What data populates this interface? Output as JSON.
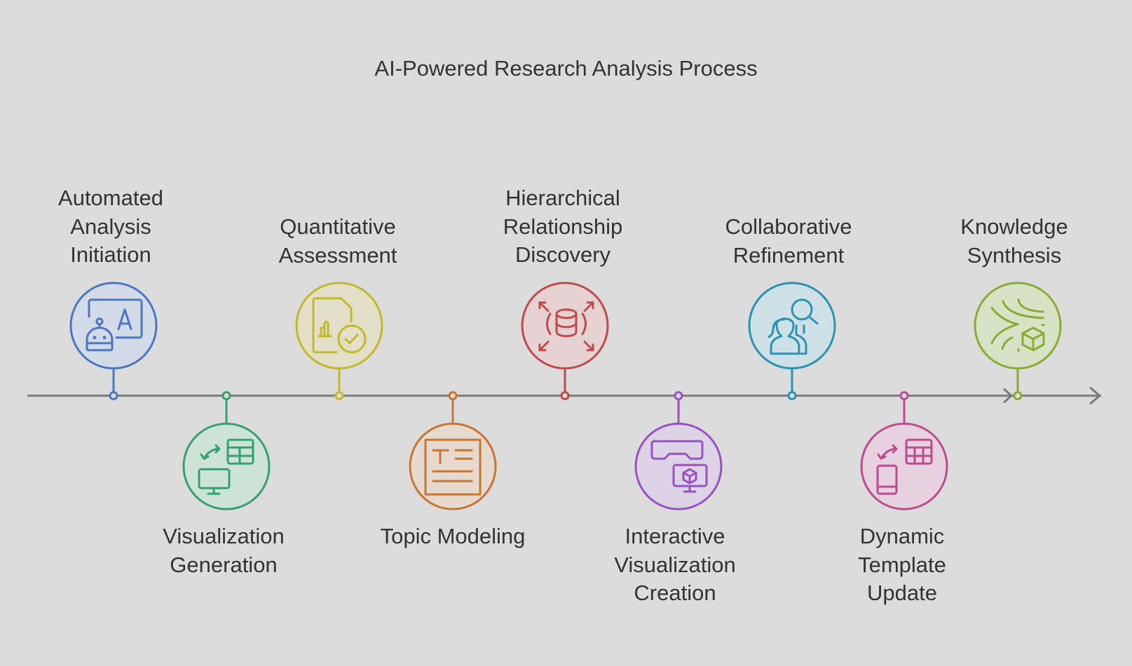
{
  "title": "AI-Powered Research Analysis Process",
  "timeline": {
    "line_color": "#7a7a7a",
    "steps": [
      {
        "order": 1,
        "position": "top",
        "label_lines": [
          "Automated",
          "Analysis",
          "Initiation"
        ],
        "icon": "robot-presentation-icon",
        "color": "#4a76c4",
        "fill": "#d3dbe8"
      },
      {
        "order": 2,
        "position": "bottom",
        "label_lines": [
          "Visualization",
          "Generation"
        ],
        "icon": "data-sync-table-monitor-icon",
        "color": "#35a26e",
        "fill": "#cde3d6"
      },
      {
        "order": 3,
        "position": "top",
        "label_lines": [
          "Quantitative",
          "Assessment"
        ],
        "icon": "report-check-icon",
        "color": "#c4b82a",
        "fill": "#e3e0c8"
      },
      {
        "order": 4,
        "position": "bottom",
        "label_lines": [
          "Topic Modeling"
        ],
        "icon": "text-document-icon",
        "color": "#c87530",
        "fill": "#e6d9cd"
      },
      {
        "order": 5,
        "position": "top",
        "label_lines": [
          "Hierarchical",
          "Relationship",
          "Discovery"
        ],
        "icon": "database-expand-icon",
        "color": "#c04a4a",
        "fill": "#e6d2d2"
      },
      {
        "order": 6,
        "position": "bottom",
        "label_lines": [
          "Interactive",
          "Visualization",
          "Creation"
        ],
        "icon": "vr-headset-cube-icon",
        "color": "#9a50c4",
        "fill": "#ddd3e6"
      },
      {
        "order": 7,
        "position": "top",
        "label_lines": [
          "Collaborative",
          "Refinement"
        ],
        "icon": "users-search-icon",
        "color": "#2a93b3",
        "fill": "#cfe0e6"
      },
      {
        "order": 8,
        "position": "bottom",
        "label_lines": [
          "Dynamic",
          "Template",
          "Update"
        ],
        "icon": "mobile-sync-table-icon",
        "color": "#c04a92",
        "fill": "#e6d2df"
      },
      {
        "order": 9,
        "position": "top",
        "label_lines": [
          "Knowledge",
          "Synthesis"
        ],
        "icon": "converge-cube-icon",
        "color": "#86ad35",
        "fill": "#d8e3c5"
      }
    ]
  }
}
